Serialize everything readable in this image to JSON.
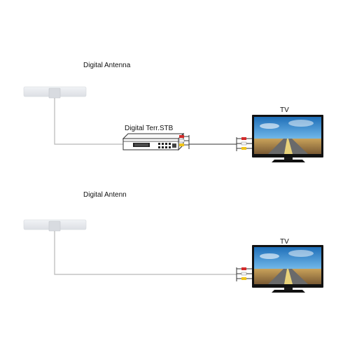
{
  "top_section": {
    "antenna_label": "Digital Antenna",
    "stb_label": "Digital Terr.STB",
    "tv_label": "TV"
  },
  "bottom_section": {
    "antenna_label": "Digital Antenn",
    "tv_label": "TV"
  },
  "colors": {
    "antenna": "#e6e8ec",
    "cable": "#b8b8b8",
    "tv_bezel": "#111111",
    "sky": "#2e86c8",
    "road": "#9a7a52",
    "plug_red": "#d22a2a",
    "plug_white": "#f2f2f2",
    "plug_yellow": "#f0c419"
  }
}
